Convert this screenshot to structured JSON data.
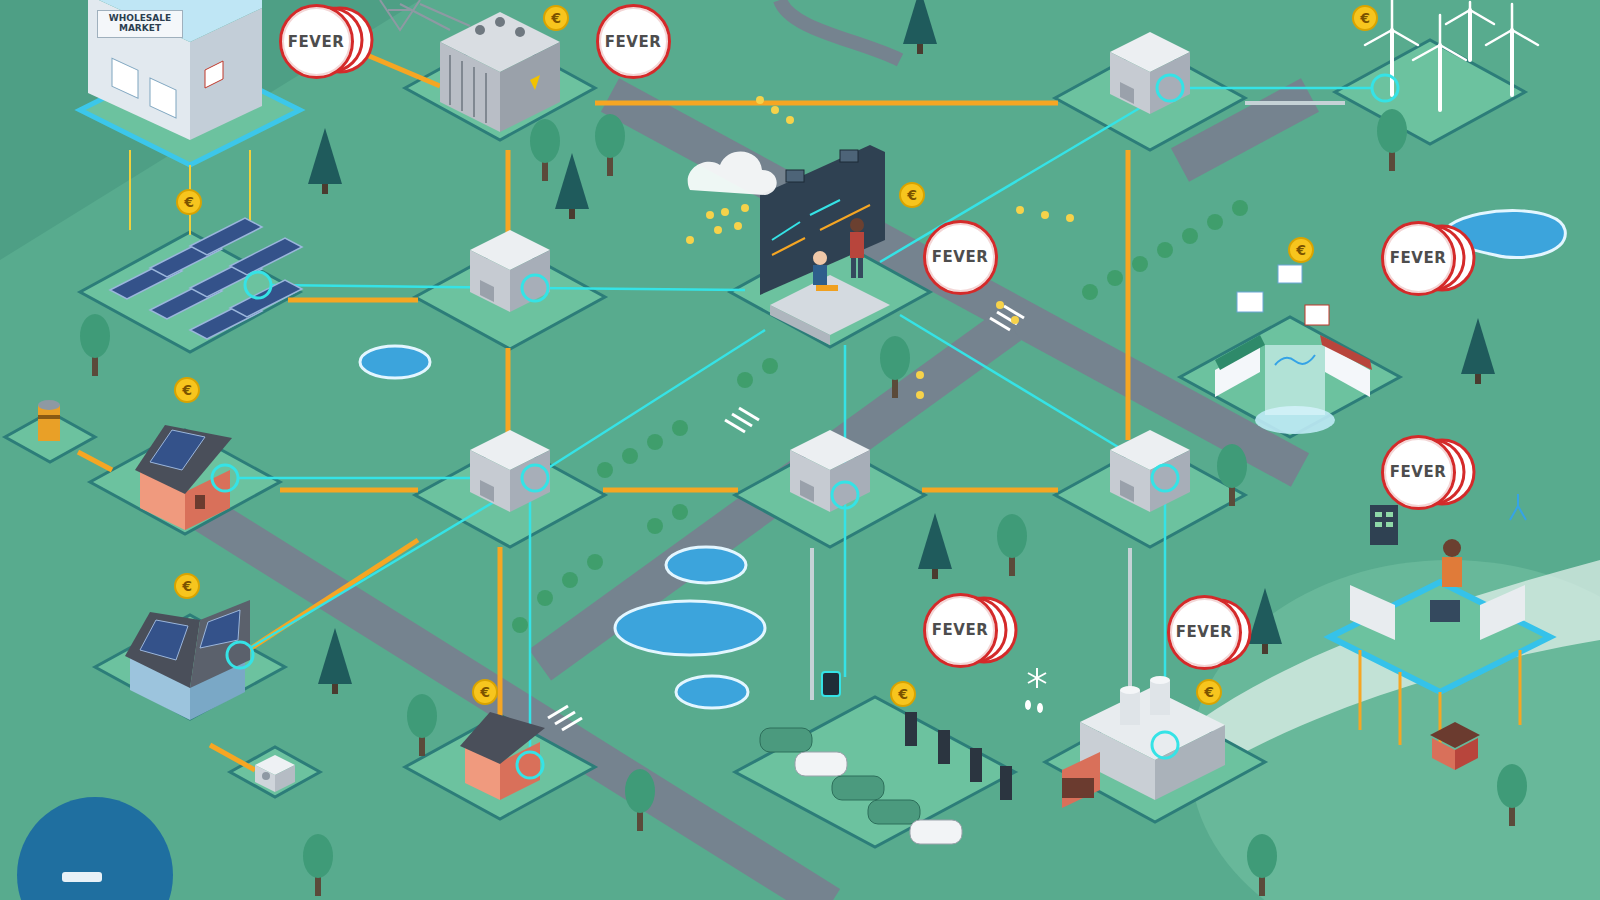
{
  "diagram": {
    "nodes": [
      {
        "text": [
          "WHOLESALE MARKET"
        ]
      },
      {
        "text": [
          "€"
        ]
      },
      {
        "text": [
          "€"
        ]
      },
      {
        "text": [
          "FEVER"
        ]
      },
      {
        "text": [
          "FEVER"
        ]
      },
      {
        "text": [
          "€"
        ]
      },
      {
        "text": [
          "€"
        ]
      },
      {
        "text": [
          "€"
        ]
      },
      {
        "text": [
          "FEVER"
        ]
      },
      {
        "text": [
          "FEVER"
        ]
      },
      {
        "text": [
          "€"
        ]
      },
      {
        "text": [
          "FEVER"
        ]
      },
      {
        "text": [
          "€"
        ]
      },
      {
        "text": [
          "FEVER"
        ]
      },
      {
        "text": [
          "FEVER"
        ]
      },
      {
        "text": [
          "€"
        ]
      },
      {
        "text": [
          "€"
        ]
      },
      {
        "text": [
          "€"
        ]
      }
    ]
  }
}
